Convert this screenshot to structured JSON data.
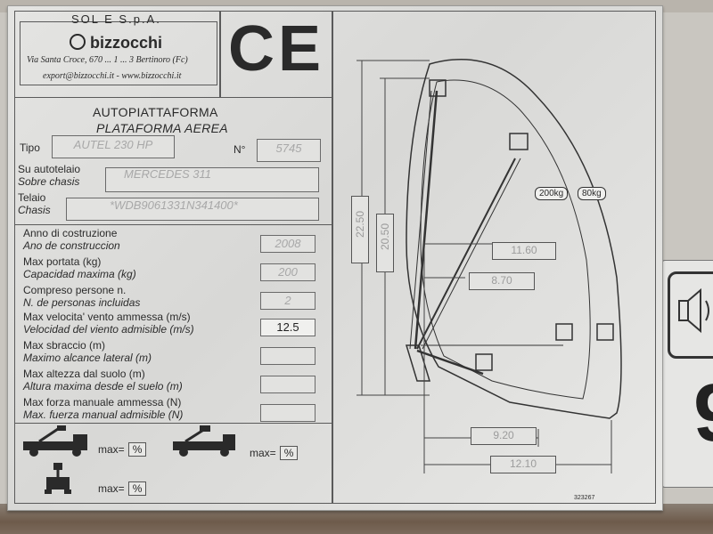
{
  "company": {
    "name": "SOL  E S.p.A.",
    "logo_text": "bizzocchi",
    "address": "Via Santa Croce, 670 ... 1 ... 3 Bertinoro (Fc)",
    "contact": "export@bizzocchi.it - www.bizzocchi.it"
  },
  "ce_mark": "CE",
  "title": {
    "line1": "AUTOPIATTAFORMA",
    "line2": "PLATAFORMA AEREA"
  },
  "tipo": {
    "label": "Tipo",
    "value": "AUTEL 230 HP",
    "no_label": "N°",
    "no_value": "5745"
  },
  "chassis": {
    "label_it": "Su autotelaio",
    "label_es": "Sobre chasis",
    "value": "MERCEDES 311"
  },
  "telaio": {
    "label_it": "Telaio",
    "label_es": "Chasis",
    "value": "*WDB9061331N341400*"
  },
  "specs": [
    {
      "it": "Anno di costruzione",
      "es": "Ano de construccion",
      "value": "2008"
    },
    {
      "it": "Max portata (kg)",
      "es": "Capacidad maxima (kg)",
      "value": "200"
    },
    {
      "it": "Compreso persone n.",
      "es": "N. de personas incluidas",
      "value": "2"
    },
    {
      "it": "Max velocita' vento ammessa (m/s)",
      "es": "Velocidad del viento admisible (m/s)",
      "value": "12.5"
    },
    {
      "it": "Max sbraccio (m)",
      "es": "Maximo alcance lateral (m)",
      "value": ""
    },
    {
      "it": "Max altezza dal suolo (m)",
      "es": "Altura maxima desde el suelo (m)",
      "value": ""
    },
    {
      "it": "Max forza manuale ammessa (N)",
      "es": "Max. fuerza manual admisible (N)",
      "value": ""
    }
  ],
  "stability": [
    {
      "label": "max=",
      "value": "%"
    },
    {
      "label": "max=",
      "value": "%"
    },
    {
      "label": "max=",
      "value": "%"
    }
  ],
  "diagram": {
    "height_outer": "22.50",
    "height_inner": "20.50",
    "reach_1": "11.60",
    "reach_2": "8.70",
    "bottom_1": "9.20",
    "bottom_2": "12.10",
    "cap_200": "200kg",
    "cap_80": "80kg"
  },
  "serial": "323267",
  "colors": {
    "plate": "#dededc",
    "ink": "#2a2a2a",
    "rust": "#6e5b4b"
  }
}
